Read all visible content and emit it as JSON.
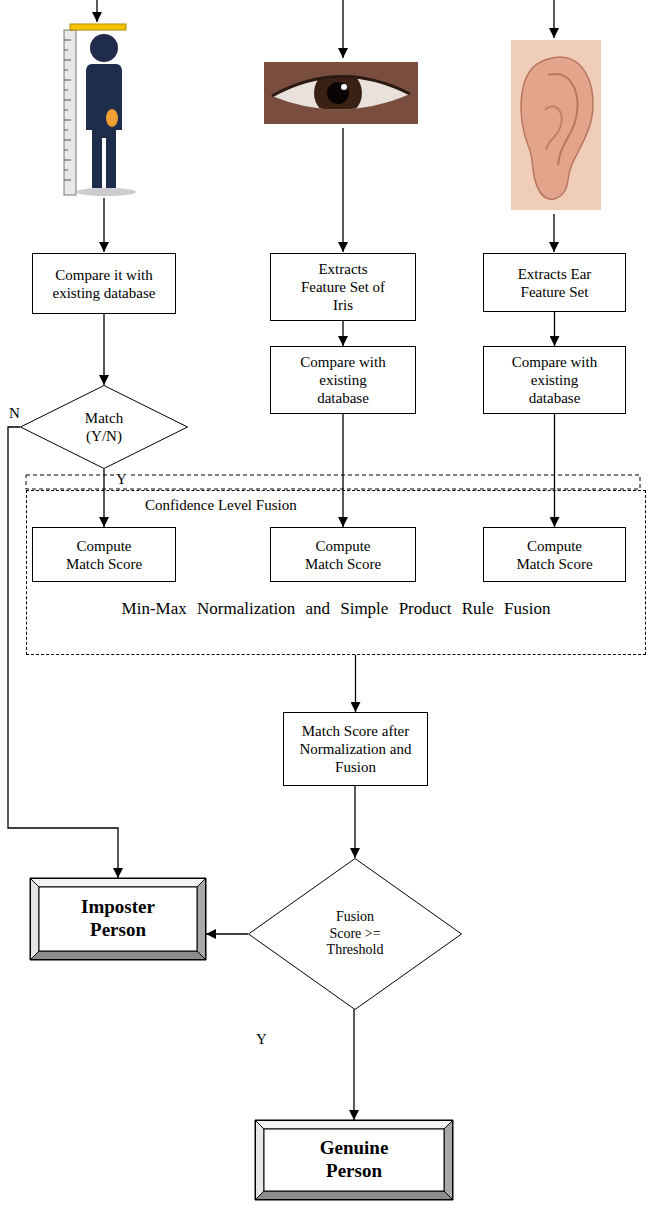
{
  "diagram": {
    "nodes": [
      {
        "text": [
          "Compare it with existing database"
        ]
      },
      {
        "text": [
          "Match (Y/N)"
        ]
      },
      {
        "text": [
          "Extracts Feature Set of Iris"
        ]
      },
      {
        "text": [
          "Extracts Ear Feature Set"
        ]
      },
      {
        "text": [
          "Compare with existing database"
        ]
      },
      {
        "text": [
          "Compare with existing database"
        ]
      },
      {
        "text": [
          "Confidence Level Fusion",
          "Min-Max Normalization and Simple Product Rule Fusion"
        ]
      },
      {
        "text": [
          "Compute Match Score"
        ],
        "in": 6
      },
      {
        "text": [
          "Compute Match Score"
        ],
        "in": 6
      },
      {
        "text": [
          "Compute Match Score"
        ],
        "in": 6
      },
      {
        "text": [
          "Match Score after Normalization and Fusion"
        ]
      },
      {
        "text": [
          "Imposter Person"
        ]
      },
      {
        "text": [
          "Fusion Score >= Threshold"
        ]
      },
      {
        "text": [
          "Genuine Person"
        ]
      }
    ],
    "edges": [
      {
        "from": 0,
        "to": 1,
        "arrow": "to"
      },
      {
        "from": 1,
        "to": 7,
        "label": "Y",
        "arrow": "to"
      },
      {
        "from": 1,
        "to": 11,
        "label": "N",
        "arrow": "to"
      },
      {
        "from": 2,
        "to": 4,
        "arrow": "to"
      },
      {
        "from": 3,
        "to": 5,
        "arrow": "to"
      },
      {
        "from": 4,
        "to": 8,
        "arrow": "to"
      },
      {
        "from": 5,
        "to": 9,
        "arrow": "to"
      },
      {
        "from": 6,
        "to": 10,
        "arrow": "to"
      },
      {
        "from": 10,
        "to": 12,
        "arrow": "to"
      },
      {
        "from": 12,
        "to": 11,
        "arrow": "to"
      },
      {
        "from": 12,
        "to": 13,
        "label": "Y",
        "arrow": "to"
      }
    ]
  }
}
